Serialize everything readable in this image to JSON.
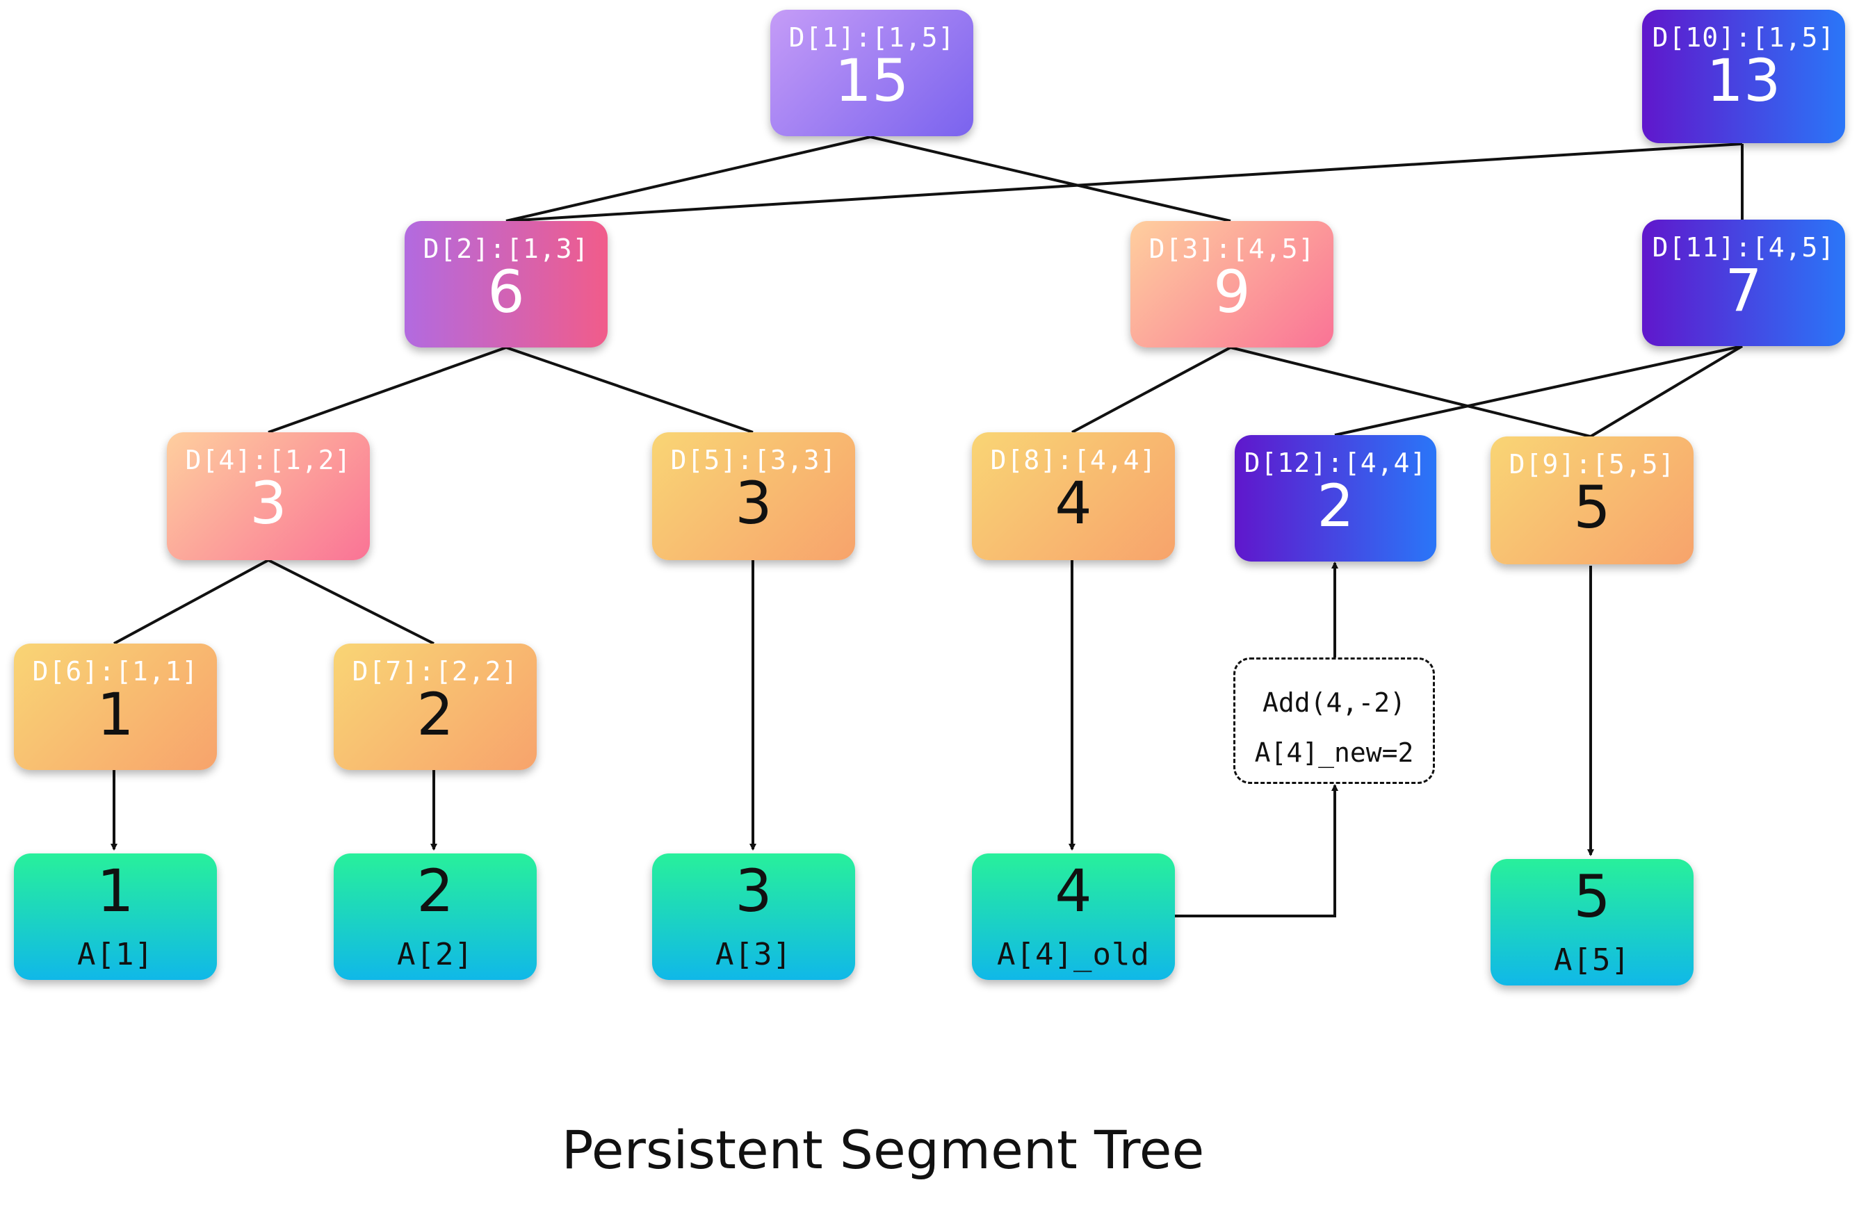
{
  "title": "Persistent Segment Tree",
  "nodes": {
    "d1": {
      "label": "D[1]:[1,5]",
      "value": "15"
    },
    "d10": {
      "label": "D[10]:[1,5]",
      "value": "13"
    },
    "d2": {
      "label": "D[2]:[1,3]",
      "value": "6"
    },
    "d3": {
      "label": "D[3]:[4,5]",
      "value": "9"
    },
    "d11": {
      "label": "D[11]:[4,5]",
      "value": "7"
    },
    "d4": {
      "label": "D[4]:[1,2]",
      "value": "3"
    },
    "d5": {
      "label": "D[5]:[3,3]",
      "value": "3"
    },
    "d8": {
      "label": "D[8]:[4,4]",
      "value": "4"
    },
    "d12": {
      "label": "D[12]:[4,4]",
      "value": "2"
    },
    "d9": {
      "label": "D[9]:[5,5]",
      "value": "5"
    },
    "d6": {
      "label": "D[6]:[1,1]",
      "value": "1"
    },
    "d7": {
      "label": "D[7]:[2,2]",
      "value": "2"
    }
  },
  "leaves": {
    "a1": {
      "value": "1",
      "label": "A[1]"
    },
    "a2": {
      "value": "2",
      "label": "A[2]"
    },
    "a3": {
      "value": "3",
      "label": "A[3]"
    },
    "a4": {
      "value": "4",
      "label": "A[4]_old"
    },
    "a5": {
      "value": "5",
      "label": "A[5]"
    }
  },
  "update": {
    "operation": "Add(4,-2)",
    "result": "A[4]_new=2"
  }
}
